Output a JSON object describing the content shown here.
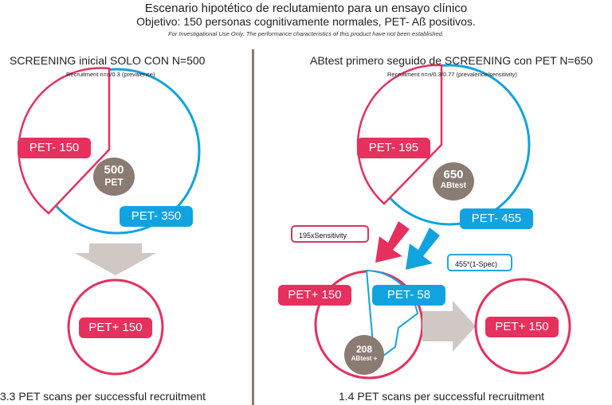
{
  "header": {
    "title": "Escenario hipotético de reclutamiento para un ensayo clínico",
    "subtitle": "Objetivo: 150 personas cognitivamente normales, PET- Aß positivos.",
    "disclaimer": "For Investigational Use Only. The performance characteristics of this product have not been established."
  },
  "left": {
    "title": "SCREENING inicial SOLO CON N=500",
    "note": "Recruitment n=n/0.3 (prevalence)",
    "pill_pet_neg_red": "PET- 150",
    "pill_pet_neg_blue": "PET- 350",
    "badge_line1": "500",
    "badge_line2": "PET",
    "pill_pet_pos": "PET+ 150",
    "footer": "3.3 PET scans per successful recruitment"
  },
  "right": {
    "title": "ABtest primero seguido de SCREENING con PET N=650",
    "note": "Recruitment n=n/0.3/0.77 (prevalence/sensitivity)",
    "pill_pet_neg_red": "PET- 195",
    "pill_pet_neg_blue": "PET- 455",
    "badge_line1": "650",
    "badge_line2": "ABtest",
    "tag_sensitivity": "195xSensitivity",
    "tag_spec": "455*(1-Spec)",
    "pill_pet_pos_red": "PET+ 150",
    "pill_pet_neg_58": "PET- 58",
    "small_badge_line1": "208",
    "small_badge_line2": "ABtest +",
    "pill_pet_pos_final": "PET+ 150",
    "footer": "1.4 PET scans per successful recruitment"
  },
  "colors": {
    "red": "#e6305e",
    "blue": "#11a3e0",
    "gray_badge": "#8a7b73",
    "arrow_gray": "#cfc8c4",
    "divider": "#8a7a72"
  }
}
